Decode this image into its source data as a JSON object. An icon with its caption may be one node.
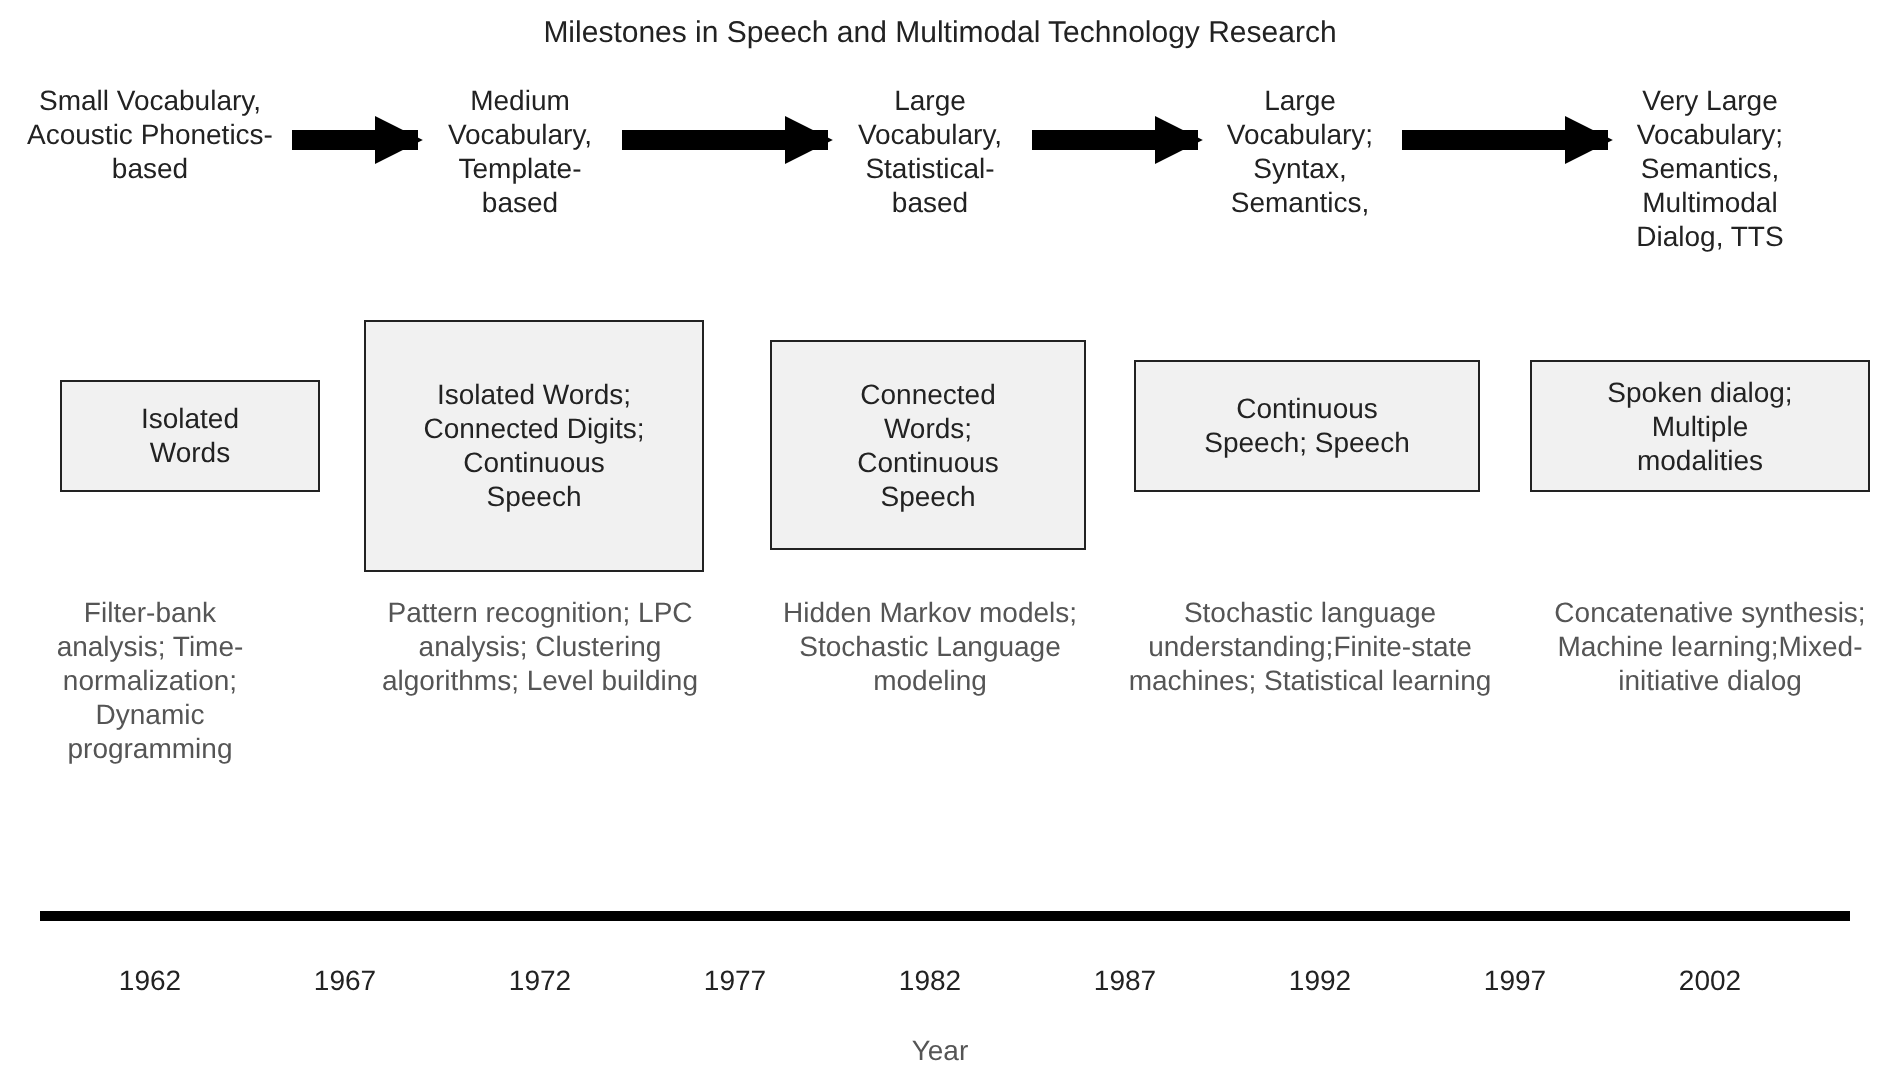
{
  "diagram": {
    "title": "Milestones in Speech and Multimodal Technology Research",
    "nodes": [
      {
        "text": [
          "Small Vocabulary, Acoustic Phonetics-based"
        ]
      },
      {
        "text": [
          "Medium Vocabulary, Template-based"
        ]
      },
      {
        "text": [
          "Large Vocabulary, Statistical-based"
        ]
      },
      {
        "text": [
          "Large Vocabulary; Syntax, Semantics,"
        ]
      },
      {
        "text": [
          "Very Large Vocabulary; Semantics, Multimodal Dialog, TTS"
        ]
      },
      {
        "text": [
          "Isolated Words"
        ]
      },
      {
        "text": [
          "Isolated Words; Connected Digits; Continuous Speech"
        ]
      },
      {
        "text": [
          "Connected Words; Continuous Speech"
        ]
      },
      {
        "text": [
          "Continuous Speech; Speech"
        ]
      },
      {
        "text": [
          "Spoken dialog; Multiple modalities"
        ]
      }
    ],
    "edges": [
      {
        "from": 0,
        "to": 1,
        "arrow": "to"
      },
      {
        "from": 1,
        "to": 2,
        "arrow": "to"
      },
      {
        "from": 2,
        "to": 3,
        "arrow": "to"
      },
      {
        "from": 3,
        "to": 4,
        "arrow": "to"
      }
    ],
    "labels": [
      "Filter-bank analysis; Time-normalization; Dynamic programming",
      "Pattern recognition; LPC analysis; Clustering algorithms; Level building",
      "Hidden Markov models; Stochastic Language modeling",
      "Stochastic language understanding;Finite-state machines; Statistical learning",
      "Concatenative synthesis; Machine learning;Mixed-initiative dialog",
      "1962",
      "1967",
      "1972",
      "1977",
      "1982",
      "1987",
      "1992",
      "1997",
      "2002",
      "Year"
    ]
  }
}
